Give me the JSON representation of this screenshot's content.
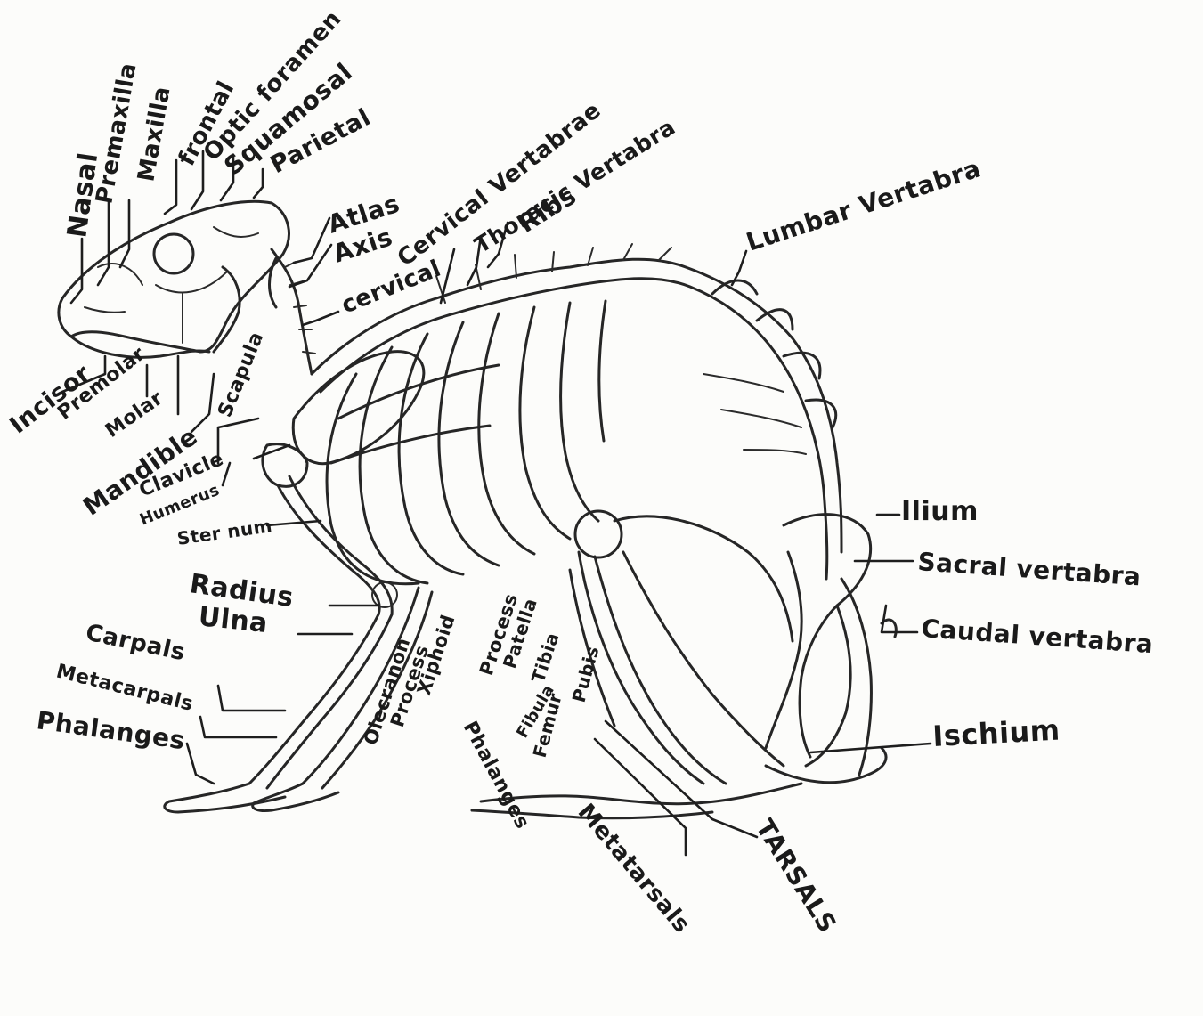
{
  "labels": {
    "nasal": "Nasal",
    "premaxilla": "Premaxilla",
    "maxilla": "Maxilla",
    "frontal": "frontal",
    "optic_foramen": "Optic foramen",
    "squamosal": "Squamosal",
    "parietal": "Parietal",
    "cervical_vertebrae": "Cervical Vertabrae",
    "thoracic_vertebra": "Thoracic Vertabra",
    "ribs": "Ribs",
    "lumbar_vertebra": "Lumbar Vertabra",
    "atlas": "Atlas",
    "axis": "Axis",
    "cervical": "cervical",
    "incisor": "Incisor",
    "premolar": "Premolar",
    "molar": "Molar",
    "mandible": "Mandible",
    "scapula": "Scapula",
    "clavicle": "Clavicle",
    "humerus": "Humerus",
    "sternum": "Ster num",
    "radius": "Radius",
    "ulna": "Ulna",
    "carpals": "Carpals",
    "metacarpals": "Metacarpals",
    "phalanges_front": "Phalanges",
    "olecranon": "Olecranon",
    "process_1": "Process",
    "xiphoid": "Xiphoid",
    "process_2": "Process",
    "patella": "Patella",
    "tibia": "Tibia",
    "fibula": "Fibula",
    "femur": "Femur",
    "pubis": "Pubis",
    "ilium": "Ilium",
    "sacral_vertebra": "Sacral vertabra",
    "caudal_vertebra": "Caudal vertabra",
    "ischium": "Ischium",
    "phalanges_hind": "Phalanges",
    "metatarsals": "Metatarsals",
    "tarsals": "TARSALS"
  }
}
